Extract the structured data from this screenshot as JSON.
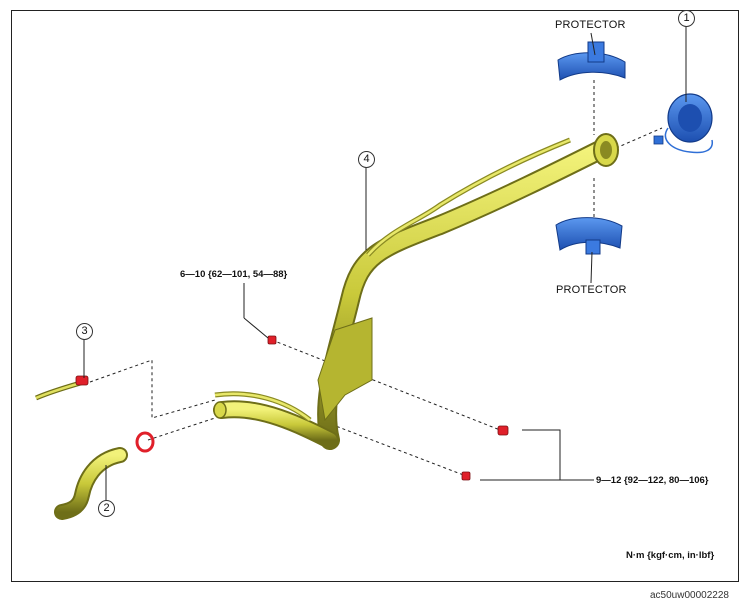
{
  "labels": {
    "protector_top": "PROTECTOR",
    "protector_bottom": "PROTECTOR",
    "torque_upper": "6—10 {62—101, 54—88}",
    "torque_lower": "9—12 {92—122, 80—106}",
    "unit_note": "N·m {kgf·cm, in·lbf}",
    "doc_id": "ac50uw00002228"
  },
  "callouts": {
    "c1": "1",
    "c2": "2",
    "c3": "3",
    "c4": "4"
  },
  "colors": {
    "pipe_yellow": "#c9c93a",
    "pipe_dark": "#7a7a1c",
    "protector_blue": "#2f6fd6",
    "fastener_red": "#e0202a",
    "leader": "#222222"
  }
}
